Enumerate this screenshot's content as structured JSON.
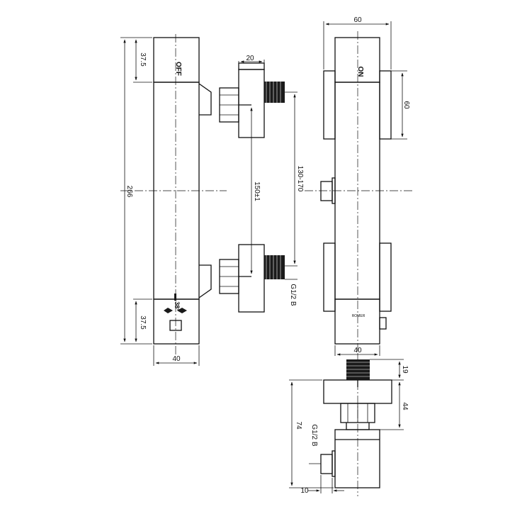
{
  "labels": {
    "handle_off": "OFF",
    "handle_on": "ON",
    "temp_mark": "38°",
    "brand_mark": "ROMER"
  },
  "dimensions": {
    "height_total": "266",
    "top_cap": "37.5",
    "bottom_cap": "37.5",
    "front_width": "40",
    "inlet_depth": "20",
    "centres": "150±1",
    "centres_range": "130-170",
    "thread_side": "G1/2 B",
    "side_width": "60",
    "side_handle": "60",
    "side_base_width": "40",
    "plan_thread_h": "19",
    "plan_body_h": "44",
    "plan_depth": "74",
    "plan_thread": "G1/2 B",
    "plan_outlet": "10"
  }
}
